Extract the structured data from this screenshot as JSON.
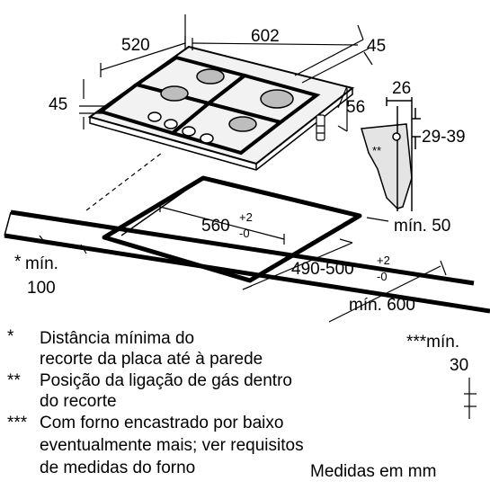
{
  "hob_dimensions": {
    "depth": "520",
    "width": "602",
    "top_offset": "45",
    "left_height": "45",
    "side_height": "56"
  },
  "connection_detail": {
    "width": "26",
    "depth_range": "29-39",
    "marker": "**"
  },
  "cutout": {
    "width_base": "560",
    "width_tol_plus": "+2",
    "width_tol_minus": "-0",
    "depth_base": "490-500",
    "depth_tol_plus": "+2",
    "depth_tol_minus": "-0",
    "min_wall": "mín. 50",
    "min_front": "mín. 600",
    "min_side_star": "*",
    "min_side_label": "mín.",
    "min_side_value": "100",
    "min_bottom_label": "***mín.",
    "min_bottom_value": "30"
  },
  "notes": [
    {
      "marker": "*",
      "line1": "Distância mínima do",
      "line2": "recorte da placa até à parede"
    },
    {
      "marker": "**",
      "line1": "Posição da ligação de gás dentro",
      "line2": "do recorte"
    },
    {
      "marker": "***",
      "line1": "Com forno encastrado por baixo",
      "line2": "eventualmente mais; ver requisitos",
      "line3": "de medidas do forno"
    }
  ],
  "units": "Medidas em mm"
}
